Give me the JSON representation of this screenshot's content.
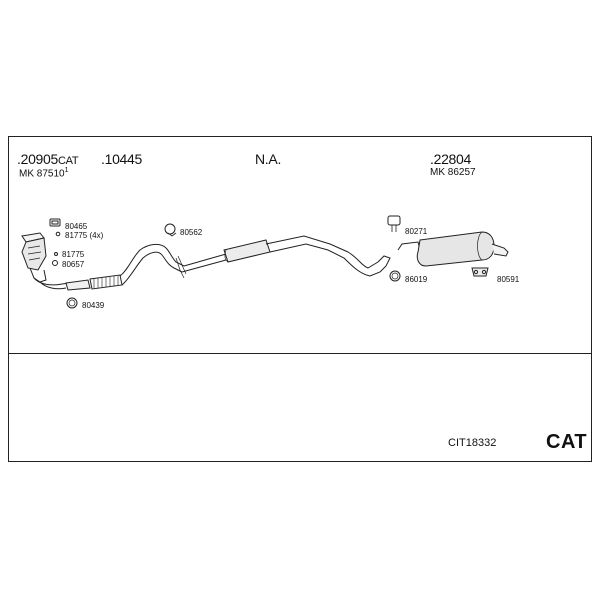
{
  "header": {
    "pn1": ".20905",
    "pn1_suffix": "CAT",
    "mk1": "MK 87510",
    "mk1_note": "1",
    "pn2": ".10445",
    "pn3": "N.A.",
    "pn4": ".22804",
    "mk4": "MK 86257"
  },
  "parts": {
    "p80465": "80465",
    "p81775x4": "81775 (4x)",
    "p81775": "81775",
    "p80657": "80657",
    "p80439": "80439",
    "p80562": "80562",
    "p80271": "80271",
    "p86019": "86019",
    "p80591": "80591"
  },
  "footer": {
    "code": "CIT18332",
    "cat_label": "CAT"
  }
}
